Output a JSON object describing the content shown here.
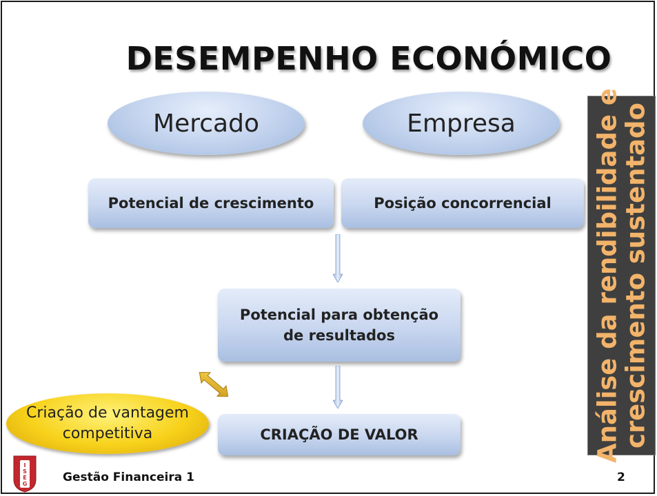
{
  "slide": {
    "title": "DESEMPENHO ECONÓMICO",
    "ellipse_left": "Mercado",
    "ellipse_right": "Empresa",
    "box_left": "Potencial de crescimento",
    "box_right": "Posição concorrencial",
    "box_middle_line1": "Potencial para obtenção",
    "box_middle_line2": "de resultados",
    "box_bottom": "CRIAÇÃO DE VALOR",
    "oval_line1": "Criação de vantagem",
    "oval_line2": "competitiva",
    "side_line1": "Análise da rendibilidade e",
    "side_line2": "crescimento sustentado"
  },
  "footer": {
    "course": "Gestão Financeira 1",
    "page_number": "2",
    "logo_letters": "ISEG"
  },
  "colors": {
    "box_blue": "#c8d6ef",
    "side_bar": "#3f3f3f",
    "side_text": "#f2b36a",
    "oval_gold": "#f7d21b",
    "logo_red": "#c1272d"
  }
}
